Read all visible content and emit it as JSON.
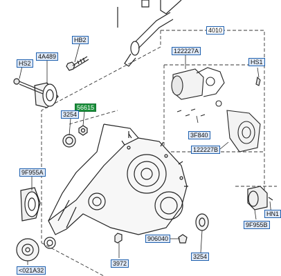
{
  "diagram": {
    "labels": {
      "l4010": "4010",
      "l122227a": "122227A",
      "lhs1": "HS1",
      "lhb2": "HB2",
      "l4a489": "4A489",
      "lhs2": "HS2",
      "l56615": "56615",
      "l3254_top": "3254",
      "l3f840": "3F840",
      "l122227b": "122227B",
      "l9f955a": "9F955A",
      "l906040": "906040",
      "l3972": "3972",
      "l3254_bottom": "3254",
      "l9f955b": "9F955B",
      "lhn1": "HN1",
      "l021a32": "<021A32"
    },
    "colors": {
      "tag_border": "#1d5fae",
      "highlight": "#1a8f3a",
      "line": "#222222"
    }
  }
}
